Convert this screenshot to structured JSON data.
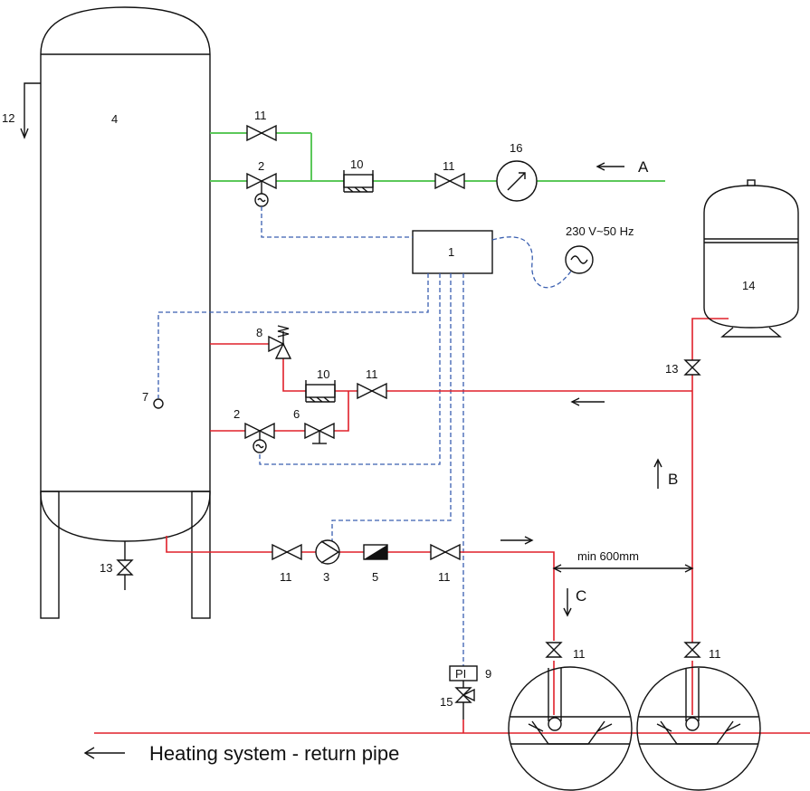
{
  "labels": {
    "tank": "4",
    "drain_top": "12",
    "valve_11": "11",
    "solenoid_2": "2",
    "filter_10": "10",
    "meter_16": "16",
    "arrow_a": "A",
    "controller_1": "1",
    "power": "230 V~50 Hz",
    "vessel_14": "14",
    "safety_8": "8",
    "sensor_7": "7",
    "valve_6": "6",
    "valve_13": "13",
    "arrow_b": "B",
    "pump_3": "3",
    "check_5": "5",
    "arrow_c": "C",
    "dimension": "min 600mm",
    "pi_box": "PI",
    "pi_9": "9",
    "valve_15": "15",
    "caption": "Heating system - return pipe"
  },
  "colors": {
    "supply_line": "#5cc85a",
    "heating_line": "#e0202a",
    "signal_line": "#3a5fb0",
    "outline": "#111111"
  }
}
